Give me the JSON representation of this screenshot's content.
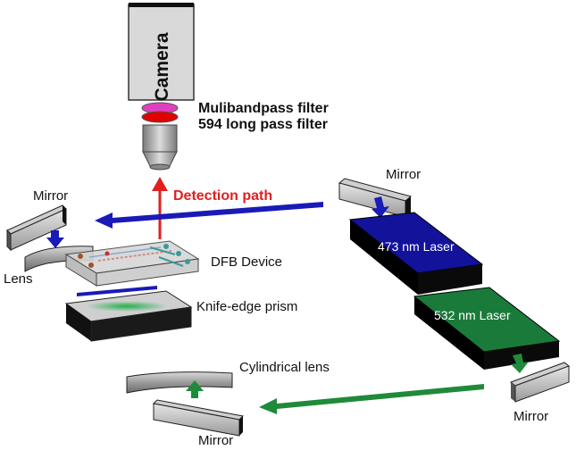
{
  "labels": {
    "camera": "Camera",
    "filter1": "Mulibandpass filter",
    "filter2": "594 long pass filter",
    "detection_path": "Detection path",
    "mirror_top_left": "Mirror",
    "mirror_top_right": "Mirror",
    "lens": "Lens",
    "dfb_device": "DFB Device",
    "knife_edge_prism": "Knife-edge prism",
    "laser_473": "473 nm Laser",
    "laser_532": "532 nm Laser",
    "cylindrical_lens": "Cylindrical lens",
    "mirror_bottom_right": "Mirror",
    "mirror_bottom": "Mirror"
  },
  "colors": {
    "blue_beam": "#1a1ab8",
    "green_beam": "#1f8a3a",
    "detection_red": "#e02020",
    "laser_473": "#12129a",
    "laser_532": "#1a7a3a",
    "filter_pink": "#e040c0",
    "filter_red": "#e00000"
  }
}
